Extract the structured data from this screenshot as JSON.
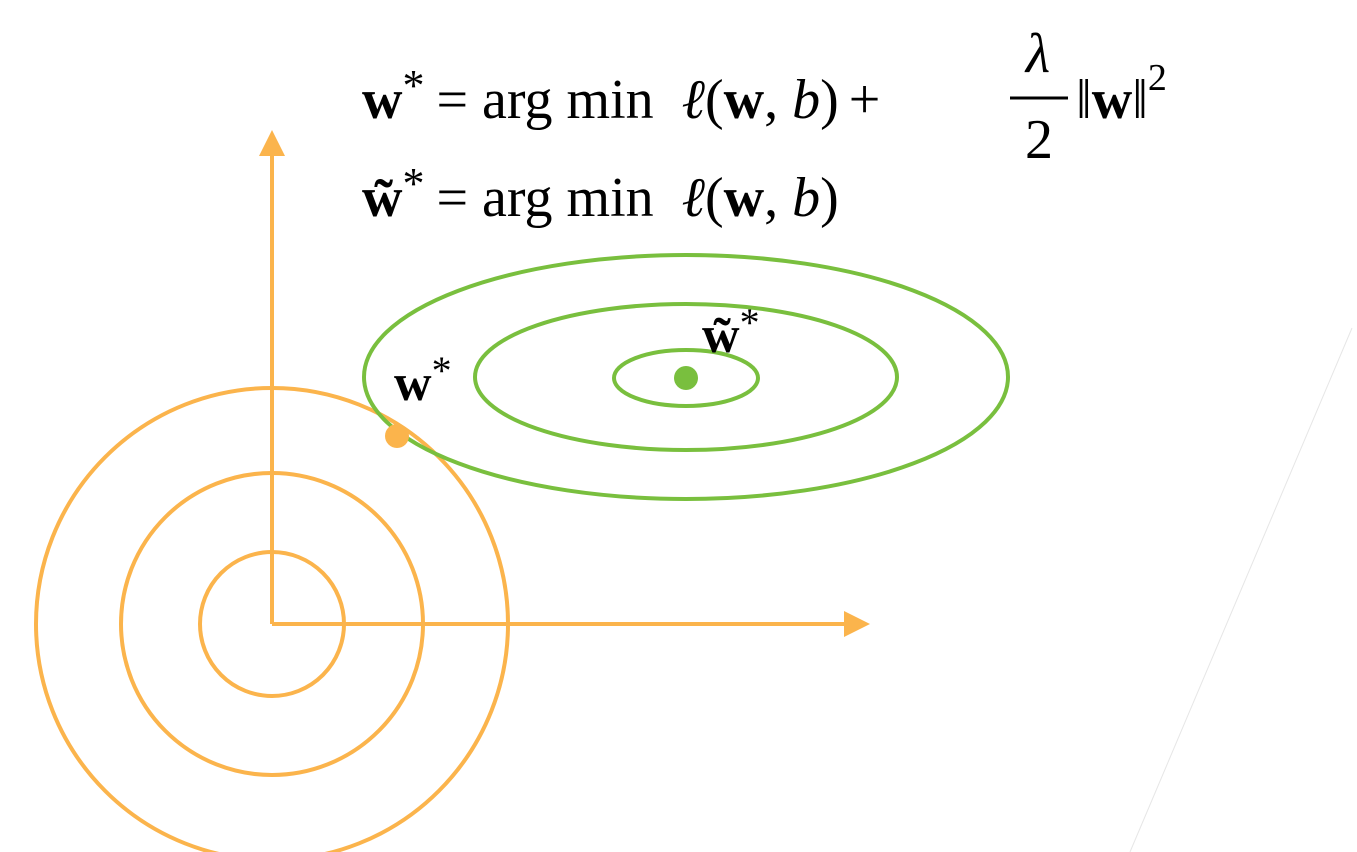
{
  "colors": {
    "background": "#ffffff",
    "orange": "#fbb44c",
    "green": "#79bf3e",
    "text": "#000000",
    "faint_line": "#e6e6e6"
  },
  "equations": {
    "eq1": {
      "lhs_symbol": "w",
      "lhs_star": "*",
      "equals": "=",
      "argmin": "arg min",
      "loss_symbol": "ℓ",
      "open_paren": "(",
      "w_arg": "w",
      "comma_b": ", ",
      "b_arg": "b",
      "close_paren": ")",
      "plus": "+",
      "frac_num": "λ",
      "frac_den": "2",
      "norm_open": "‖",
      "norm_w": "w",
      "norm_close": "‖",
      "exponent": "2"
    },
    "eq2": {
      "lhs_symbol": "w̃",
      "lhs_star": "*",
      "equals": "=",
      "argmin": "arg min",
      "loss_symbol": "ℓ",
      "open_paren": "(",
      "w_arg": "w",
      "comma_b": ", ",
      "b_arg": "b",
      "close_paren": ")"
    }
  },
  "labels": {
    "w_star": {
      "symbol": "w",
      "star": "*"
    },
    "w_tilde_star": {
      "symbol": "w̃",
      "star": "*"
    }
  }
}
